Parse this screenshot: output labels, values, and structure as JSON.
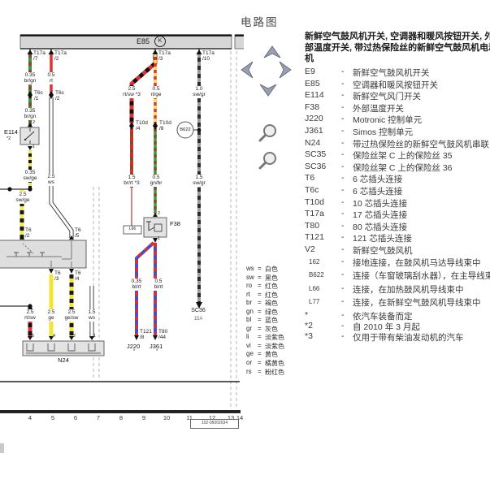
{
  "page": {
    "heading": "电路图"
  },
  "toolbar": {
    "icons": [
      "pan-up-arrow",
      "pan-left-arrow",
      "pan-right-arrow",
      "pan-down-arrow",
      "magnifier-zoom-in",
      "magnifier-zoom-out"
    ]
  },
  "legend": {
    "title_lines": [
      "新鲜空气鼓风机开关, 空调器和暖风按钮开关, 外",
      "部温度开关, 带过热保险丝的新鲜空气鼓风机电动",
      "机"
    ],
    "entries": [
      {
        "code": "E9",
        "desc": "新鲜空气鼓风机开关",
        "style": "normal"
      },
      {
        "code": "E85",
        "desc": "空调器和暖风按钮开关",
        "style": "normal"
      },
      {
        "code": "E114",
        "desc": "新鲜空气风门开关",
        "style": "normal"
      },
      {
        "code": "F38",
        "desc": "外部温度开关",
        "style": "normal"
      },
      {
        "code": "J220",
        "desc": "Motronic 控制单元",
        "style": "normal"
      },
      {
        "code": "J361",
        "desc": "Simos 控制单元",
        "style": "normal"
      },
      {
        "code": "N24",
        "desc": "带过热保险丝的新鲜空气鼓风机串联电阻",
        "style": "normal"
      },
      {
        "code": "SC35",
        "desc": "保险丝架 C 上的保险丝 35",
        "style": "normal"
      },
      {
        "code": "SC36",
        "desc": "保险丝架 C 上的保险丝 36",
        "style": "normal"
      },
      {
        "code": "T6",
        "desc": "6 芯插头连接",
        "style": "normal"
      },
      {
        "code": "T6c",
        "desc": "6 芯插头连接",
        "style": "normal"
      },
      {
        "code": "T10d",
        "desc": "10 芯插头连接",
        "style": "normal"
      },
      {
        "code": "T17a",
        "desc": "17 芯插头连接",
        "style": "normal"
      },
      {
        "code": "T80",
        "desc": "80 芯插头连接",
        "style": "normal"
      },
      {
        "code": "T121",
        "desc": "121 芯插头连接",
        "style": "normal"
      },
      {
        "code": "V2",
        "desc": "新鲜空气鼓风机",
        "style": "normal"
      },
      {
        "code": "162",
        "desc": "接地连接，在鼓风机马达导线束中",
        "style": "small conn"
      },
      {
        "code": "B622",
        "desc": "连接（车窗玻璃刮水器），在主导线束中",
        "style": "small conn"
      },
      {
        "code": "L66",
        "desc": "连接，在加热鼓风机导线束中",
        "style": "small conn"
      },
      {
        "code": "L77",
        "desc": "连接，在新鲜空气鼓风机导线束中",
        "style": "small conn"
      },
      {
        "code": "*",
        "desc": "依汽车装备而定",
        "style": "star"
      },
      {
        "code": "*2",
        "desc": "自 2010 年 3 月起",
        "style": "star"
      },
      {
        "code": "*3",
        "desc": "仅用于带有柴油发动机的汽车",
        "style": "star"
      }
    ]
  },
  "wire_colors": [
    {
      "code": "ws",
      "name": "白色"
    },
    {
      "code": "sw",
      "name": "黑色"
    },
    {
      "code": "ro",
      "name": "红色"
    },
    {
      "code": "rt",
      "name": "红色"
    },
    {
      "code": "br",
      "name": "褐色"
    },
    {
      "code": "gn",
      "name": "绿色"
    },
    {
      "code": "bl",
      "name": "蓝色"
    },
    {
      "code": "gr",
      "name": "灰色"
    },
    {
      "code": "li",
      "name": "淡紫色"
    },
    {
      "code": "vi",
      "name": "淡紫色"
    },
    {
      "code": "ge",
      "name": "黄色"
    },
    {
      "code": "or",
      "name": "橘黄色"
    },
    {
      "code": "rs",
      "name": "粉红色"
    }
  ],
  "diagram": {
    "bus": {
      "label": "E85",
      "icon": "K"
    },
    "components": {
      "e114": "E114",
      "e114_note": "*2",
      "f38": "F38",
      "n24": "N24",
      "l66": "L66",
      "b622": "B622",
      "sc36": "SC36",
      "sc36_amps": "15A",
      "j220": "J220",
      "j361": "J361",
      "j220_note": "*",
      "j361_note": "*"
    },
    "labels": {
      "t17a_7": "T17a\n/7",
      "t17a_2": "T17a\n/2",
      "t17a_3": "T17a\n/3",
      "t17a_10": "T17a\n/10",
      "t6c_1": "T6c\n/1",
      "t6c_2": "T6c\n/2",
      "t10d_4": "T10d\n/4",
      "t10d_8": "T10d\n/8",
      "t6_2": "T6\n/2",
      "t6_5": "T6\n/5",
      "t6_3": "T6\n/3",
      "t6_4": "T6\n/4",
      "t121_8": "T121\n/8",
      "t80_44": "T80\n/44",
      "w_br_gn_1": "0.35\nbr/gn",
      "w_br_gn_2": "0.35\nbr/gn",
      "w_rt": "0.5\nrt",
      "w_sw_ge_1": "0.35\nsw/ge",
      "w_sw_ge_2": "2.5\nsw/ge",
      "w_ws_1": "2.5\nws",
      "w_ws_2": "1.5\nws",
      "w_rt_sw_top": "2.5\nrt/sw *3",
      "w_rt_ge": "0.5\nrt/ge",
      "w_sw_gr_1": "1.0\nsw/gr",
      "w_br_rt": "1.5\nbr/rt *3",
      "w_gn_br": "0.5\ngn/br",
      "w_sw_gr_2": "1.5\nsw/gr",
      "w_bl_rt_l": "0.35\nbl/rt",
      "w_bl_rt_r": "0.5\nbl/rt",
      "w_rt_sw_btm": "2.5\nrt/sw",
      "w_ge": "2.5\nge",
      "w_ge_sw": "2.5\nge/sw",
      "pin_e114_top": "2",
      "pin_e114_bot": "1",
      "pin_f38_top": "2",
      "pin_f38_bot": "1",
      "n24_pin_1": "5",
      "n24_pin_2": "4",
      "n24_pin_3": "2",
      "n24_pin_4": "1"
    }
  },
  "footer": {
    "grid_numbers": [
      "4",
      "5",
      "6",
      "7",
      "8",
      "9",
      "10",
      "11",
      "12",
      "13",
      "14"
    ],
    "ref": "102-05002034"
  },
  "colors": {
    "wire_red": "#e23131",
    "wire_yellow": "#f3e431",
    "wire_green": "#2e9e40",
    "wire_brown": "#8a4a2a",
    "wire_blue": "#3b4fd8",
    "wire_black": "#1a1a1a",
    "wire_gray": "#999999",
    "wire_white": "#ffffff",
    "bus_fill": "#d6d6d6",
    "box_fill": "#e3e3e3"
  }
}
